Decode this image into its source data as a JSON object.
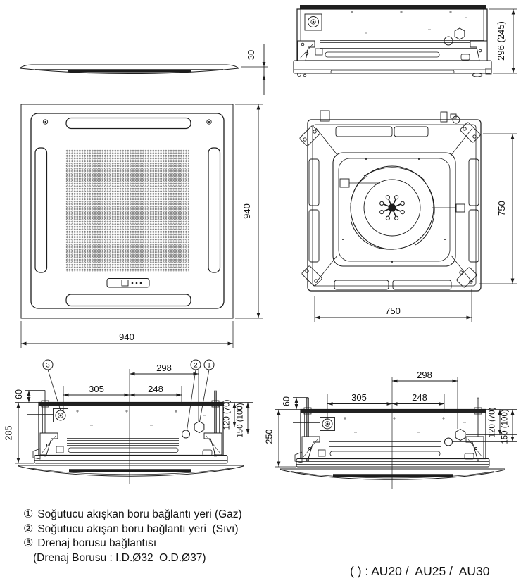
{
  "drawing": {
    "line_color": "#1c1c1c",
    "background": "#ffffff",
    "views": {
      "panel_side": {
        "dim_thickness": "30"
      },
      "unit_side": {
        "dim_height": "296 (245)"
      },
      "panel_bottom": {
        "dim_width": "940",
        "dim_depth": "940"
      },
      "unit_top": {
        "dim_width": "750",
        "dim_depth": "750"
      },
      "section_a": {
        "callout_gas": "1",
        "callout_liquid": "2",
        "callout_drain": "3",
        "dim_pipe_offset": "298",
        "dim_drain_offset": "305",
        "dim_right_offset": "248",
        "dim_bolt": "60",
        "dim_height": "285",
        "dim_gas_drop": "120 (70)",
        "dim_liquid_drop": "150 (100)"
      },
      "section_b": {
        "dim_pipe_offset": "298",
        "dim_drain_offset": "305",
        "dim_right_offset": "248",
        "dim_bolt": "60",
        "dim_height": "250",
        "dim_gas_drop": "120 (70)",
        "dim_liquid_drop": "150 (100)"
      }
    }
  },
  "legend": {
    "items": [
      {
        "marker": "①",
        "text": "Soğutucu akışkan boru bağlantı yeri (Gaz)"
      },
      {
        "marker": "②",
        "text": "Soğutucu akışan boru bağlantı yeri  (Sıvı)"
      },
      {
        "marker": "③",
        "text": "Drenaj borusu bağlantısı"
      }
    ],
    "note": "(Drenaj Borusu : I.D.Ø32  O.D.Ø37)"
  },
  "footer": {
    "models_note": "( ) : AU20 /  AU25 /  AU30"
  }
}
